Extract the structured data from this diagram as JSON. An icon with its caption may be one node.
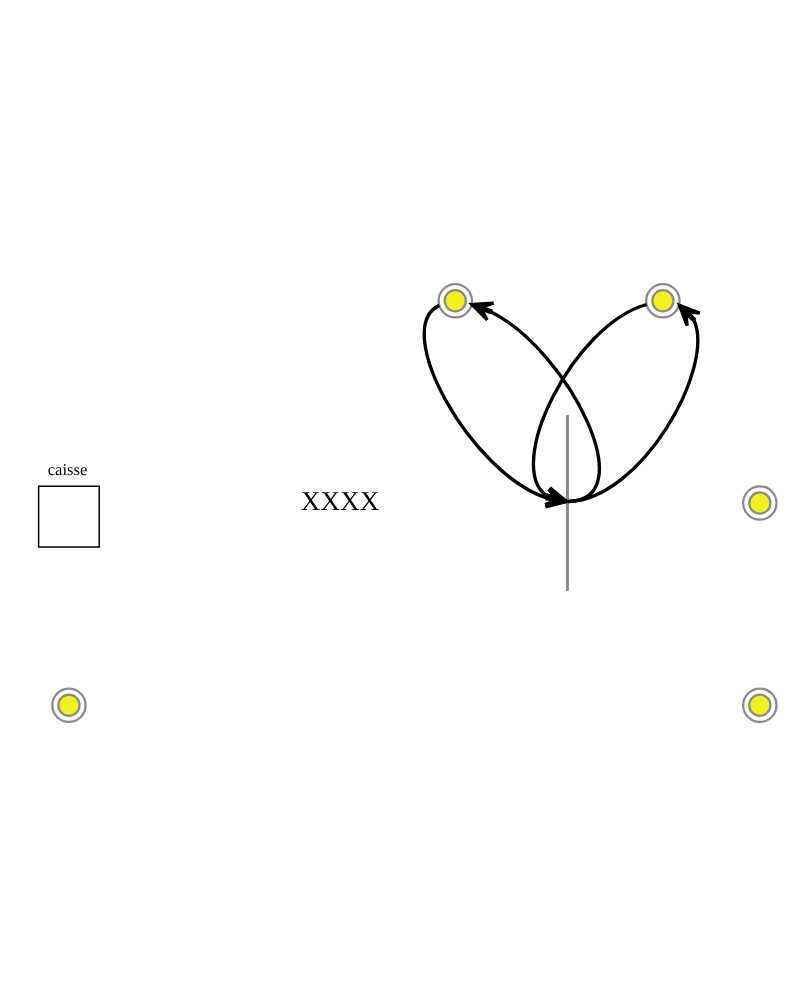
{
  "diagram": {
    "nodes": [
      {
        "text": [],
        "shape": "circle"
      },
      {
        "text": [],
        "shape": "circle"
      },
      {
        "text": [
          "caisse"
        ]
      },
      {
        "text": [],
        "shape": "bar"
      },
      {
        "text": [],
        "shape": "circle"
      },
      {
        "text": [],
        "shape": "circle"
      },
      {
        "text": [],
        "shape": "circle"
      }
    ],
    "edges": [
      {
        "from": 3,
        "to": 0,
        "arrow": "to"
      },
      {
        "from": 0,
        "to": 3,
        "arrow": "to"
      },
      {
        "from": 3,
        "to": 1,
        "arrow": "to"
      },
      {
        "from": 1,
        "to": 3,
        "arrow": "to"
      }
    ],
    "labels": [
      "XXXX"
    ]
  }
}
